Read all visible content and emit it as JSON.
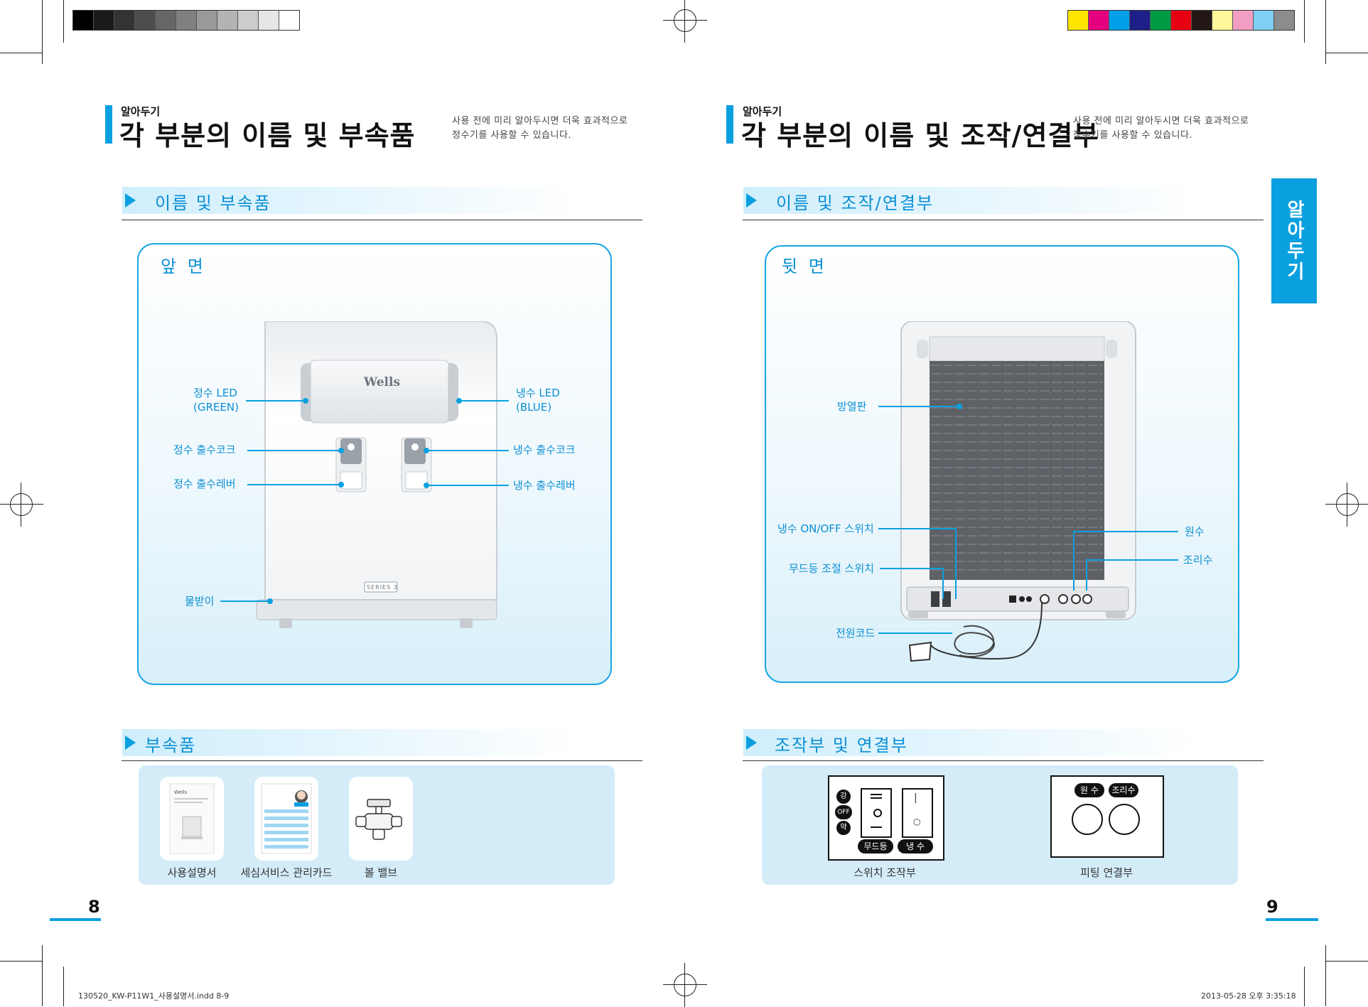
{
  "left_page": {
    "small_heading": "알아두기",
    "title": "각 부분의 이름 및 부속품",
    "intro_line1": "사용 전에 미리 알아두시면 더욱 효과적으로",
    "intro_line2": "정수기를 사용할 수 있습니다.",
    "subheading": "이름 및 부속품",
    "panel_label": "앞 면",
    "brand_logo": "Wells",
    "series_badge": "SERIES 3",
    "callouts": {
      "purified_led_1": "정수 LED",
      "purified_led_2": "(GREEN)",
      "cold_led_1": "냉수 LED",
      "cold_led_2": "(BLUE)",
      "purified_faucet": "정수 출수코크",
      "cold_faucet": "냉수 출수코크",
      "purified_lever": "정수 출수레버",
      "cold_lever": "냉수 출수레버",
      "drip_tray": "물받이"
    },
    "accessories_heading": "부속품",
    "accessories": [
      {
        "label": "사용설명서",
        "icon": "manual-icon"
      },
      {
        "label": "세심서비스 관리카드",
        "icon": "service-card-icon"
      },
      {
        "label": "볼 밸브",
        "icon": "ball-valve-icon"
      }
    ],
    "page_number": "8"
  },
  "right_page": {
    "small_heading": "알아두기",
    "title": "각 부분의 이름 및 조작/연결부",
    "intro_line1": "사용 전에 미리 알아두시면 더욱 효과적으로",
    "intro_line2": "정수기를 사용할 수 있습니다.",
    "subheading": "이름 및 조작/연결부",
    "panel_label": "뒷 면",
    "callouts": {
      "heat_sink": "방열판",
      "cold_switch": "냉수 ON/OFF 스위치",
      "mood_switch": "무드등 조절 스위치",
      "power_cord": "전원코드",
      "raw_water": "원수",
      "cooking_water": "조리수"
    },
    "controls_heading": "조작부 및 연결부",
    "switch_panel": {
      "caption": "스위치 조작부",
      "strong": "강",
      "off": "OFF",
      "weak": "약",
      "mood": "무드등",
      "cold": "냉 수",
      "rocker_on": "|",
      "rocker_off": "○"
    },
    "fitting_panel": {
      "caption": "피팅 연결부",
      "raw": "원 수",
      "cooking": "조리수"
    },
    "side_tab": "알아두기",
    "page_number": "9"
  },
  "slug_left": "130520_KW-P11W1_사용설명서.indd   8-9",
  "slug_right": "2013-05-28   오후 3:35:18",
  "colors": {
    "accent": "#0aa0e0",
    "accent_text": "#0b8fd3",
    "panel_bg": "#d4ecf8"
  },
  "grey_swatches": [
    "#000000",
    "#1a1a1a",
    "#333333",
    "#4d4d4d",
    "#666666",
    "#808080",
    "#999999",
    "#b3b3b3",
    "#cccccc",
    "#e6e6e6",
    "#ffffff"
  ],
  "color_swatches": [
    "#ffe600",
    "#e4007f",
    "#00a0e9",
    "#1d2088",
    "#009944",
    "#e60012",
    "#231815",
    "#fff799",
    "#f19ec2",
    "#7fcef4",
    "#8c8c8c"
  ]
}
